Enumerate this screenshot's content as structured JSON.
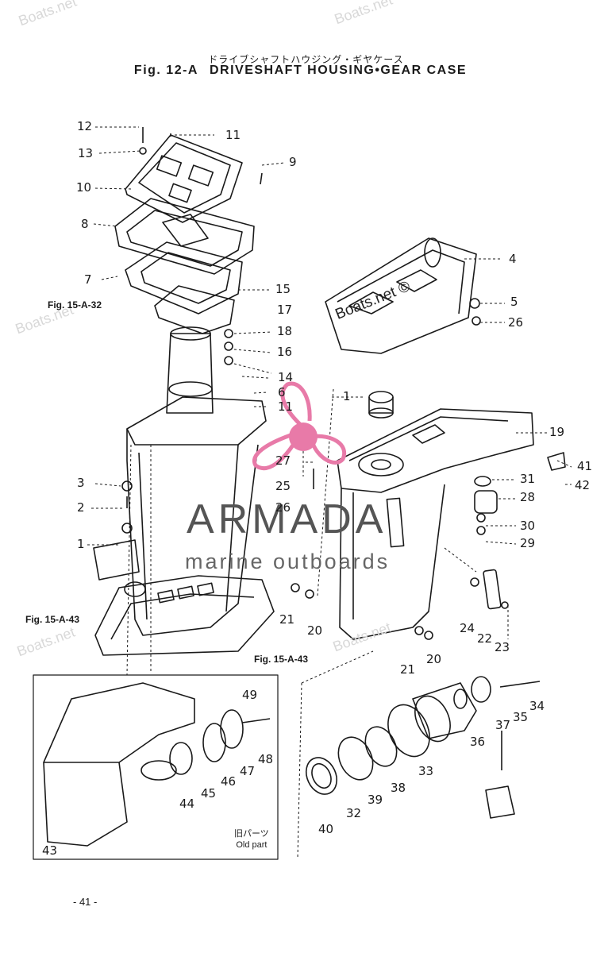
{
  "header": {
    "title_jp": "ドライブシャフトハウジング・ギヤケース",
    "fig_label": "Fig. 12-A",
    "title": "DRIVESHAFT HOUSING•GEAR CASE"
  },
  "parts": [
    {
      "id": "p12",
      "label": "12"
    },
    {
      "id": "p11a",
      "label": "11"
    },
    {
      "id": "p13",
      "label": "13"
    },
    {
      "id": "p9",
      "label": "9"
    },
    {
      "id": "p10",
      "label": "10"
    },
    {
      "id": "p8",
      "label": "8"
    },
    {
      "id": "p7",
      "label": "7"
    },
    {
      "id": "p4",
      "label": "4"
    },
    {
      "id": "p15",
      "label": "15"
    },
    {
      "id": "p5",
      "label": "5"
    },
    {
      "id": "p17",
      "label": "17"
    },
    {
      "id": "p26a",
      "label": "26"
    },
    {
      "id": "p18",
      "label": "18"
    },
    {
      "id": "p16",
      "label": "16"
    },
    {
      "id": "p14",
      "label": "14"
    },
    {
      "id": "p6",
      "label": "6"
    },
    {
      "id": "p11b",
      "label": "11"
    },
    {
      "id": "p1a",
      "label": "1"
    },
    {
      "id": "p19",
      "label": "19"
    },
    {
      "id": "p27",
      "label": "27"
    },
    {
      "id": "p41",
      "label": "41"
    },
    {
      "id": "p3",
      "label": "3"
    },
    {
      "id": "p25",
      "label": "25"
    },
    {
      "id": "p31",
      "label": "31"
    },
    {
      "id": "p42",
      "label": "42"
    },
    {
      "id": "p2",
      "label": "2"
    },
    {
      "id": "p26b",
      "label": "26"
    },
    {
      "id": "p28",
      "label": "28"
    },
    {
      "id": "p30",
      "label": "30"
    },
    {
      "id": "p1b",
      "label": "1"
    },
    {
      "id": "p29",
      "label": "29"
    },
    {
      "id": "p21a",
      "label": "21"
    },
    {
      "id": "p20a",
      "label": "20"
    },
    {
      "id": "p24",
      "label": "24"
    },
    {
      "id": "p22",
      "label": "22"
    },
    {
      "id": "p23",
      "label": "23"
    },
    {
      "id": "p21b",
      "label": "21"
    },
    {
      "id": "p20b",
      "label": "20"
    },
    {
      "id": "p49",
      "label": "49"
    },
    {
      "id": "p34",
      "label": "34"
    },
    {
      "id": "p35",
      "label": "35"
    },
    {
      "id": "p37",
      "label": "37"
    },
    {
      "id": "p36",
      "label": "36"
    },
    {
      "id": "p48",
      "label": "48"
    },
    {
      "id": "p47",
      "label": "47"
    },
    {
      "id": "p46",
      "label": "46"
    },
    {
      "id": "p45",
      "label": "45"
    },
    {
      "id": "p44",
      "label": "44"
    },
    {
      "id": "p33",
      "label": "33"
    },
    {
      "id": "p38",
      "label": "38"
    },
    {
      "id": "p39",
      "label": "39"
    },
    {
      "id": "p32",
      "label": "32"
    },
    {
      "id": "p40",
      "label": "40"
    },
    {
      "id": "p43",
      "label": "43"
    }
  ],
  "references": {
    "fig15a32": "Fig. 15-A-32",
    "fig15a43_left": "Fig. 15-A-43",
    "fig15a43_bottom": "Fig. 15-A-43"
  },
  "old_part": {
    "jp": "旧パーツ",
    "en": "Old part"
  },
  "watermarks": {
    "site": "Boats.net",
    "center": "Boats.net ©",
    "brand": "ARMADA",
    "brand_sub": "marine outboards"
  },
  "page_number": "- 41 -",
  "colors": {
    "brand_pink": "#e87aa8",
    "ink": "#1a1a1a"
  }
}
